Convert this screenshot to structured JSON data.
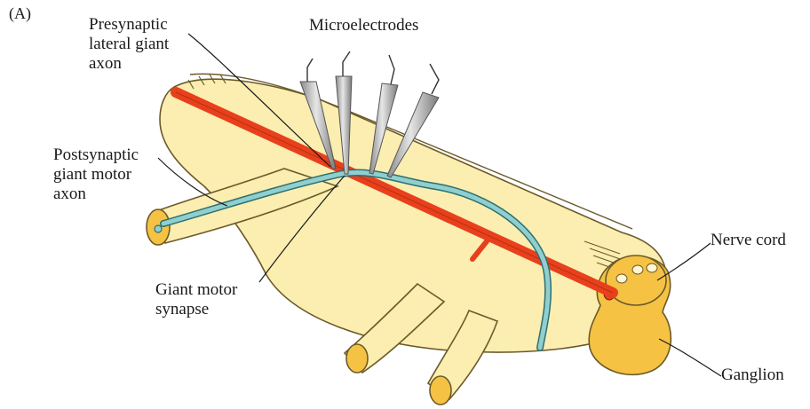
{
  "panel_label": "(A)",
  "labels": {
    "presynaptic": [
      "Presynaptic",
      "lateral giant",
      "axon"
    ],
    "microelectrodes": "Microelectrodes",
    "postsynaptic": [
      "Postsynaptic",
      "giant motor",
      "axon"
    ],
    "synapse": [
      "Giant motor",
      "synapse"
    ],
    "nerve_cord": "Nerve cord",
    "ganglion": "Ganglion"
  },
  "colors": {
    "tissue": "#fbeeb0",
    "tissue_outline": "#6b5a2a",
    "ganglion": "#f6c243",
    "lateral_giant_axon": "#e8401c",
    "motor_axon": "#8fcfcf",
    "electrode": "#b8b8b8"
  }
}
